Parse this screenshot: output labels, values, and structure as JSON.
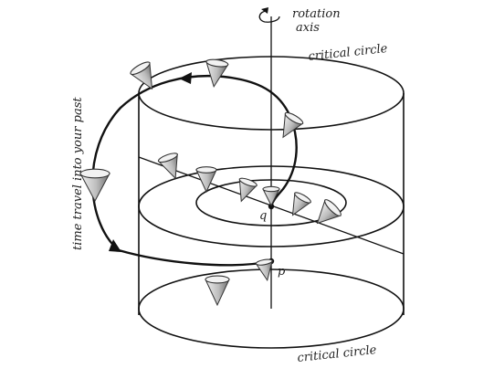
{
  "labels": {
    "rotation_axis_line1": "rotation",
    "rotation_axis_line2": "axis",
    "critical_circle_top": "critical circle",
    "critical_circle_bottom": "critical circle",
    "time_travel": "time travel into your past",
    "point_q": "q",
    "point_p": "p"
  }
}
